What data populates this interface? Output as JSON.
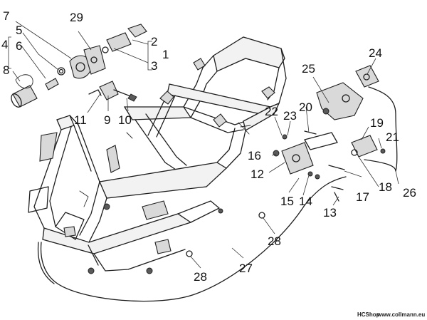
{
  "callouts": {
    "c1": "1",
    "c2": "2",
    "c3": "3",
    "c4": "4",
    "c5": "5",
    "c6": "6",
    "c7": "7",
    "c8": "8",
    "c9": "9",
    "c10": "10",
    "c11": "11",
    "c12": "12",
    "c13": "13",
    "c14": "14",
    "c15": "15",
    "c16": "16",
    "c17": "17",
    "c18": "18",
    "c19": "19",
    "c20": "20",
    "c21": "21",
    "c22": "22",
    "c23": "23",
    "c24": "24",
    "c25": "25",
    "c26": "26",
    "c27": "27",
    "c28a": "28",
    "c28b": "28",
    "c29": "29"
  },
  "footer": {
    "shop": "HCShop",
    "site": "www.collmann.eu"
  }
}
